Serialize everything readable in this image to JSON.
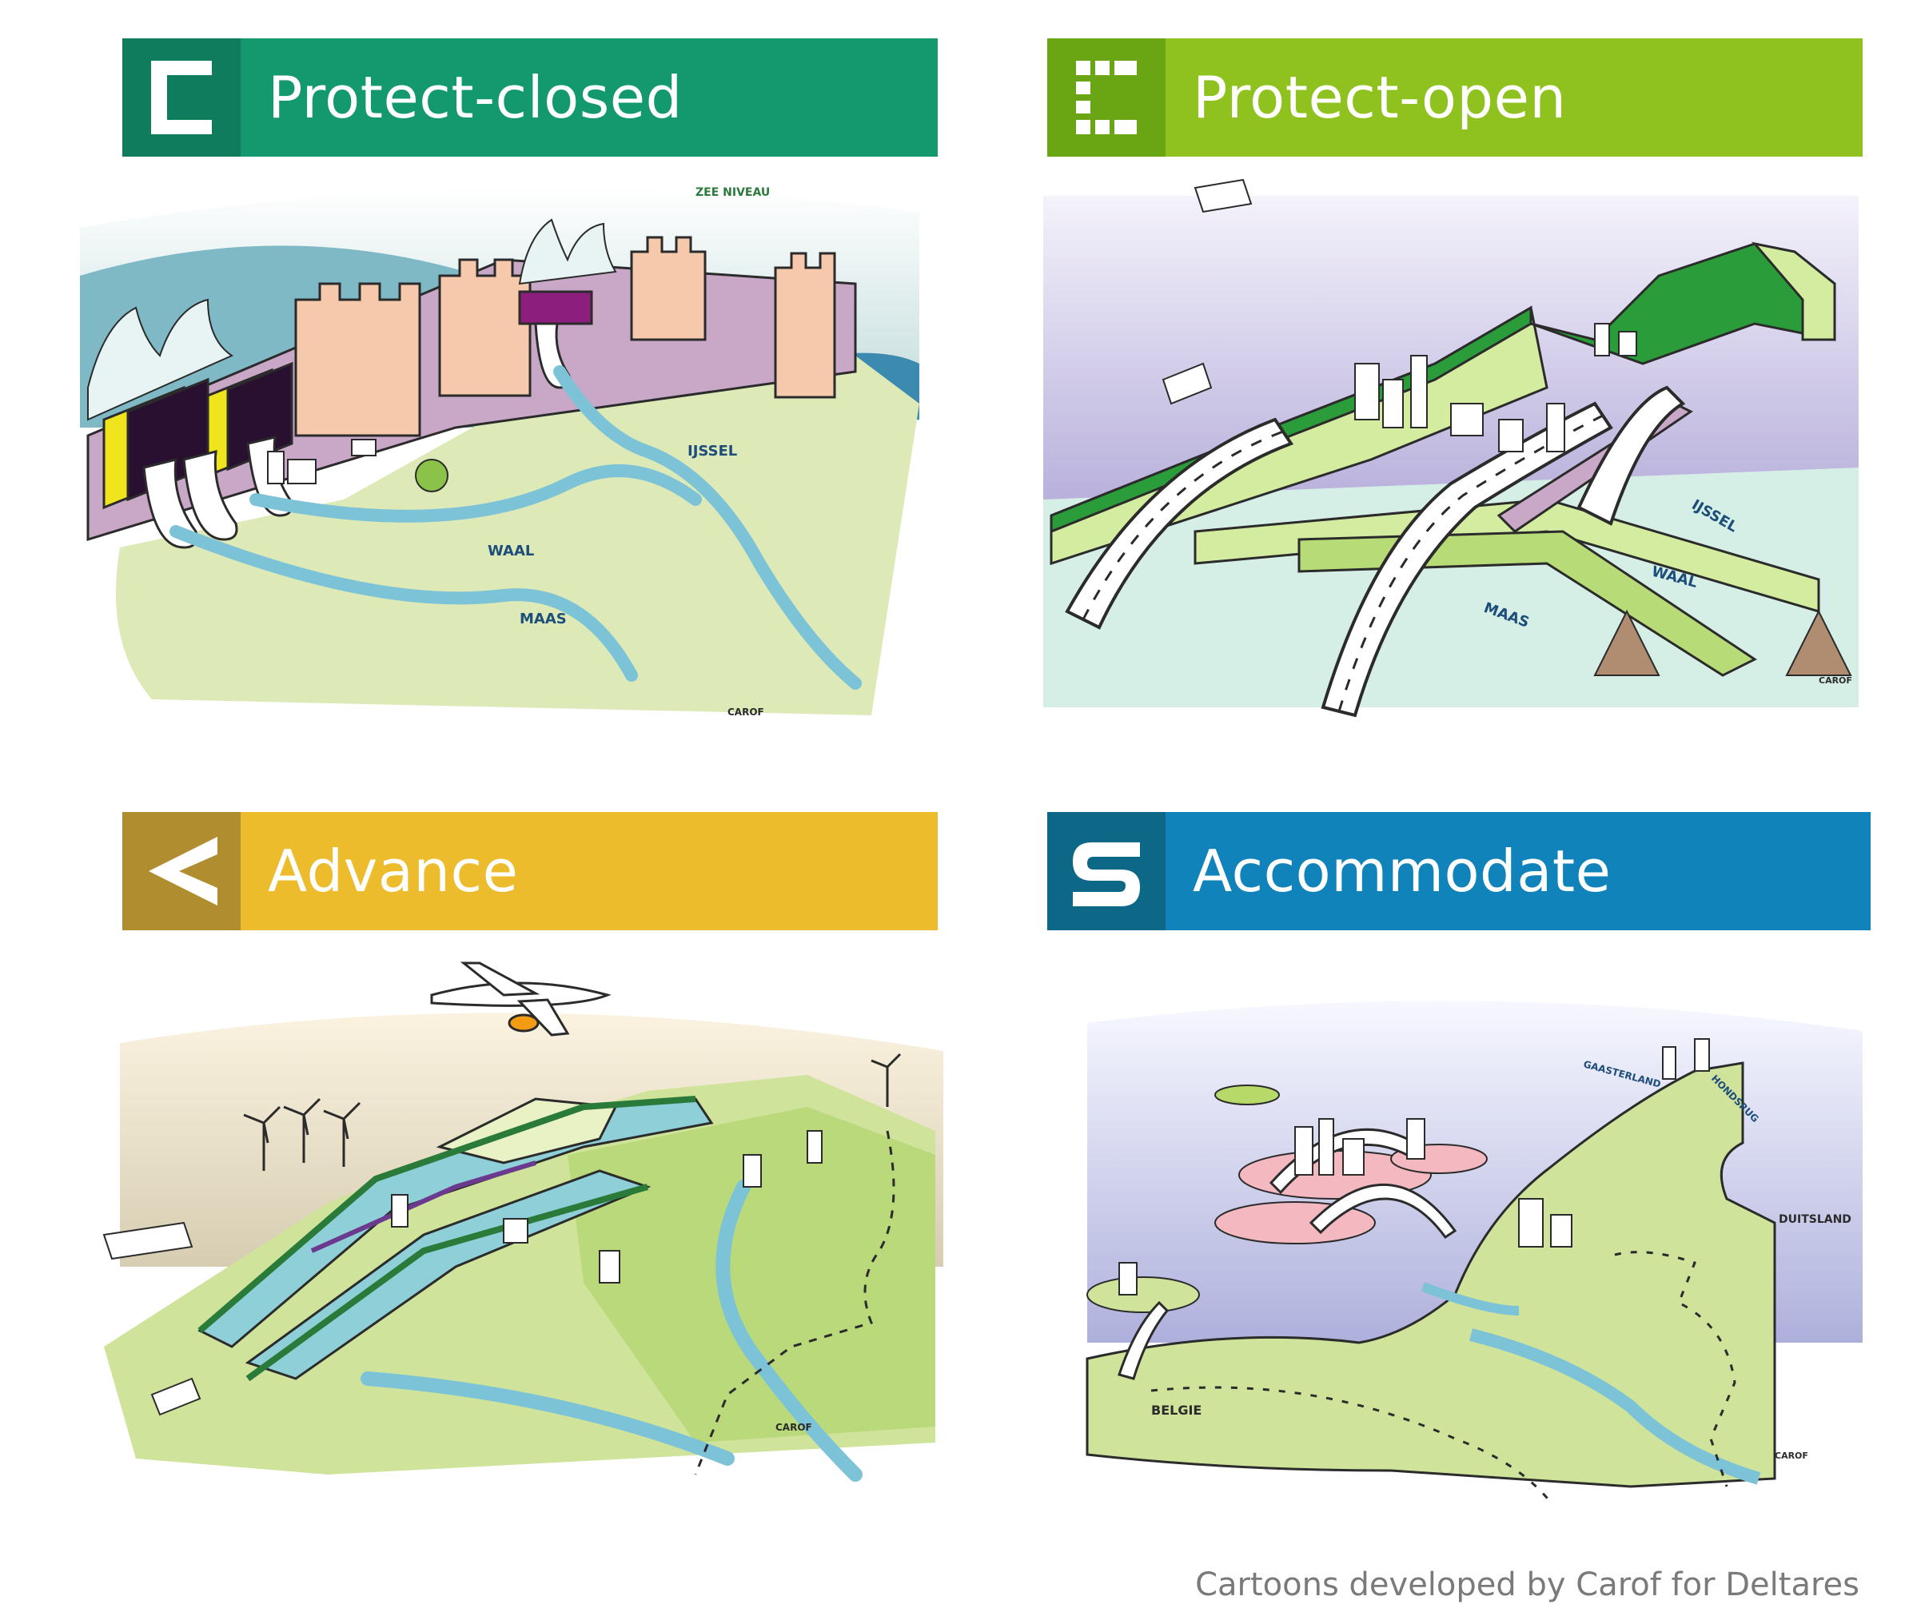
{
  "panels": [
    {
      "title": "Protect-closed",
      "badge_icon": "closed-bracket-icon",
      "badge_color": "#0f7c5d",
      "banner_color": "#14996f",
      "labels": [
        "ZEE NIVEAU",
        "IJSSEL",
        "WAAL",
        "MAAS",
        "CAROF"
      ]
    },
    {
      "title": "Protect-open",
      "badge_icon": "open-bracket-icon",
      "badge_color": "#6aa614",
      "banner_color": "#8fc21e",
      "labels": [
        "IJSSEL",
        "WAAL",
        "MAAS",
        "CAROF"
      ]
    },
    {
      "title": "Advance",
      "badge_icon": "chevron-left-icon",
      "badge_color": "#b08d2e",
      "banner_color": "#edbc2c",
      "labels": [
        "CAROF"
      ]
    },
    {
      "title": "Accommodate",
      "badge_icon": "waves-icon",
      "badge_color": "#0d6888",
      "banner_color": "#1183bb",
      "labels": [
        "GAASTERLAND",
        "HONDSRUG",
        "DUITSLAND",
        "BELGIE",
        "CAROF"
      ]
    }
  ],
  "credit": "Cartoons developed by Carof for Deltares"
}
